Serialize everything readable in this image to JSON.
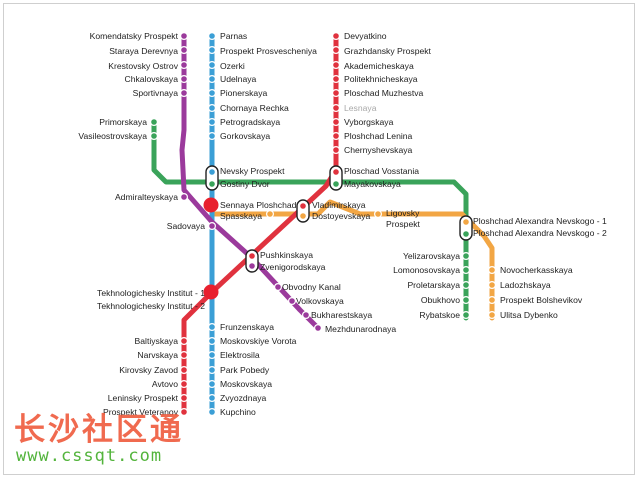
{
  "lines": {
    "red": {
      "color": "#e0323e",
      "stations": [
        "Devyatkino",
        "Grazhdansky Prospekt",
        "Akademicheskaya",
        "Politekhnicheskaya",
        "Ploschad Muzhestva",
        "Lesnaya",
        "Vyborgskaya",
        "Ploshchad Lenina",
        "Chernyshevskaya",
        "Ploschad Vosstania",
        "Vladimirskaya",
        "Pushkinskaya",
        "Tekhnologichesky Institut - 1",
        "Baltiyskaya",
        "Narvskaya",
        "Kirovsky Zavod",
        "Avtovo",
        "Leninsky Prospekt",
        "Prospekt Veteranov"
      ]
    },
    "blue": {
      "color": "#3b9fd6",
      "stations": [
        "Parnas",
        "Prospekt Prosvescheniya",
        "Ozerki",
        "Udelnaya",
        "Pionerskaya",
        "Chornaya Rechka",
        "Petrogradskaya",
        "Gorkovskaya",
        "Nevsky Prospekt",
        "Sennaya Ploshchad",
        "Tekhnologichesky Institut - 2",
        "Frunzenskaya",
        "Moskovskiye Vorota",
        "Elektrosila",
        "Park Pobedy",
        "Moskovskaya",
        "Zvyozdnaya",
        "Kupchino"
      ]
    },
    "green": {
      "color": "#3aa35a",
      "stations": [
        "Primorskaya",
        "Vasileostrovskaya",
        "Gostiny Dvor",
        "Mayakovskaya",
        "Ploshchad Alexandra Nevskogo - 2",
        "Yelizarovskaya",
        "Lomonosovskaya",
        "Proletarskaya",
        "Obukhovo",
        "Rybatskoe"
      ]
    },
    "orange": {
      "color": "#f2a644",
      "stations": [
        "Spasskaya",
        "Dostoyevskaya",
        "Ligovsky Prospekt",
        "Ploshchad Alexandra Nevskogo - 1",
        "Novocherkasskaya",
        "Ladozhskaya",
        "Prospekt Bolshevikov",
        "Ulitsa Dybenko"
      ]
    },
    "purple": {
      "color": "#9b3a9c",
      "stations": [
        "Komendatsky Prospekt",
        "Staraya Derevnya",
        "Krestovsky Ostrov",
        "Chkalovskaya",
        "Sportivnaya",
        "Admiralteyskaya",
        "Sadovaya",
        "Zvenigorodskaya",
        "Obvodny Kanal",
        "Volkovskaya",
        "Bukharestskaya",
        "Mezhdunarodnaya"
      ]
    }
  },
  "labels": {
    "komendatsky": "Komendatsky Prospekt",
    "staraya": "Staraya Derevnya",
    "krestovsky": "Krestovsky Ostrov",
    "chkalovskaya": "Chkalovskaya",
    "sportivnaya": "Sportivnaya",
    "primorskaya": "Primorskaya",
    "vasileostrovskaya": "Vasileostrovskaya",
    "admiralteyskaya": "Admiralteyskaya",
    "sadovaya": "Sadovaya",
    "tekh1": "Tekhnologichesky Institut - 1",
    "tekh2": "Tekhnologichesky Institut - 2",
    "baltiyskaya": "Baltiyskaya",
    "narvskaya": "Narvskaya",
    "kirovsky": "Kirovsky Zavod",
    "avtovo": "Avtovo",
    "leninsky": "Leninsky Prospekt",
    "veteranov": "Prospekt Veteranov",
    "parnas": "Parnas",
    "prosvescheniya": "Prospekt Prosvescheniya",
    "ozerki": "Ozerki",
    "udelnaya": "Udelnaya",
    "pionerskaya": "Pionerskaya",
    "chornaya": "Chornaya Rechka",
    "petrogradskaya": "Petrogradskaya",
    "gorkovskaya": "Gorkovskaya",
    "nevsky": "Nevsky Prospekt",
    "gostiny": "Gostiny Dvor",
    "sennaya": "Sennaya Ploshchad",
    "spasskaya": "Spasskaya",
    "pushkinskaya": "Pushkinskaya",
    "zvenigorodskaya": "Zvenigorodskaya",
    "obvodny": "Obvodny Kanal",
    "volkovskaya": "Volkovskaya",
    "bukharestskaya": "Bukharestskaya",
    "mezhdunarodnaya": "Mezhdunarodnaya",
    "frunzenskaya": "Frunzenskaya",
    "moskovskiye": "Moskovskiye Vorota",
    "elektrosila": "Elektrosila",
    "park_pobedy": "Park Pobedy",
    "moskovskaya": "Moskovskaya",
    "zvyozdnaya": "Zvyozdnaya",
    "kupchino": "Kupchino",
    "devyatkino": "Devyatkino",
    "grazhdansky": "Grazhdansky Prospekt",
    "akademicheskaya": "Akademicheskaya",
    "politekh": "Politekhnicheskaya",
    "muzhestva": "Ploschad Muzhestva",
    "lesnaya": "Lesnaya",
    "vyborgskaya": "Vyborgskaya",
    "lenina": "Ploshchad Lenina",
    "chernyshevskaya": "Chernyshevskaya",
    "vosstania": "Ploschad Vosstania",
    "mayakovskaya": "Mayakovskaya",
    "vladimirskaya": "Vladimirskaya",
    "dostoyevskaya": "Dostoyevskaya",
    "ligovsky_1": "Ligovsky",
    "ligovsky_2": "Prospekt",
    "nevskogo1": "Ploshchad Alexandra Nevskogo - 1",
    "nevskogo2": "Ploshchad Alexandra Nevskogo - 2",
    "yelizarovskaya": "Yelizarovskaya",
    "lomonosovskaya": "Lomonosovskaya",
    "proletarskaya": "Proletarskaya",
    "obukhovo": "Obukhovo",
    "rybatskoe": "Rybatskoe",
    "novocherkasskaya": "Novocherkasskaya",
    "ladozhskaya": "Ladozhskaya",
    "bolshevikov": "Prospekt Bolshevikov",
    "dybenko": "Ulitsa Dybenko"
  },
  "watermark": {
    "chinese": "长沙社区通",
    "url": "www.cssqt.com",
    "colors": {
      "chinese": "#ef5a3c",
      "url": "#53b43c"
    }
  }
}
